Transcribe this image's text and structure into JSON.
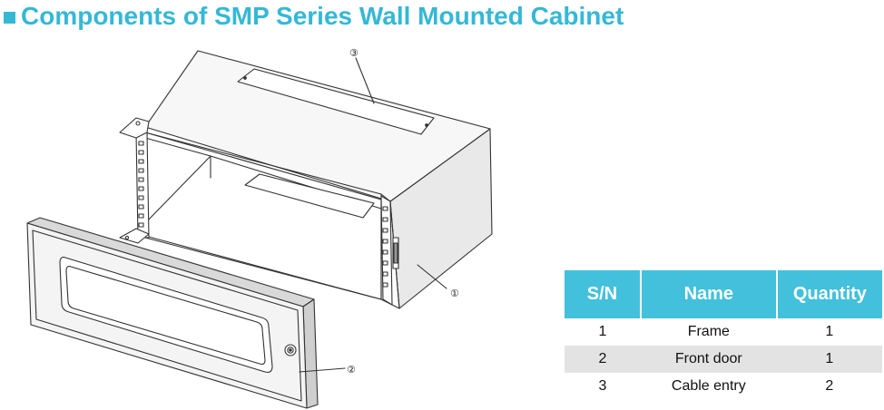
{
  "title": "Components of SMP Series Wall Mounted Cabinet",
  "accent_color": "#35b8d6",
  "table_header_color": "#42c0dc",
  "callouts": [
    "③",
    "①",
    "②"
  ],
  "table": {
    "headers": [
      "S/N",
      "Name",
      "Quantity"
    ],
    "rows": [
      {
        "sn": "1",
        "name": "Frame",
        "qty": "1"
      },
      {
        "sn": "2",
        "name": "Front door",
        "qty": "1"
      },
      {
        "sn": "3",
        "name": "Cable entry",
        "qty": "2"
      }
    ]
  }
}
